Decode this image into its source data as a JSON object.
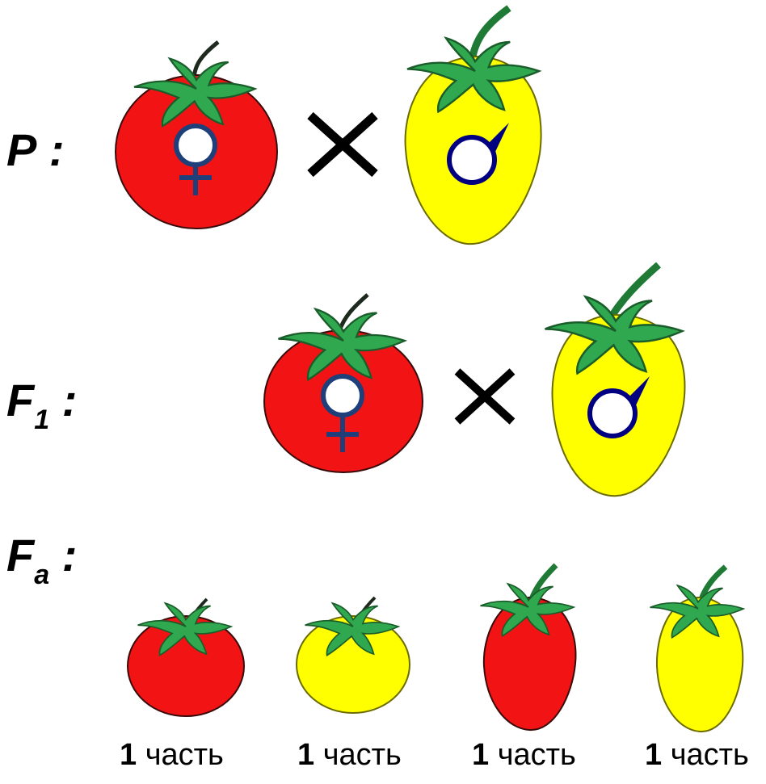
{
  "generations": {
    "p_main": "P",
    "p_colon": ":",
    "f1_main": "F",
    "f1_sub": "1",
    "f1_colon": ":",
    "fa_main": "F",
    "fa_sub": "a",
    "fa_colon": ":"
  },
  "offspring": [
    {
      "count": "1",
      "unit": "часть",
      "fruit_color": "red",
      "shape": "round"
    },
    {
      "count": "1",
      "unit": "часть",
      "fruit_color": "yellow",
      "shape": "round"
    },
    {
      "count": "1",
      "unit": "часть",
      "fruit_color": "red",
      "shape": "oval"
    },
    {
      "count": "1",
      "unit": "часть",
      "fruit_color": "yellow",
      "shape": "oval"
    }
  ],
  "colors": {
    "red": "#f21414",
    "yellow": "#ffff00",
    "leaf": "#2fa84f",
    "stem": "#1f7a35",
    "sex_symbol": "#1f3f7a",
    "male_symbol": "#000080",
    "cross": "#000000"
  }
}
